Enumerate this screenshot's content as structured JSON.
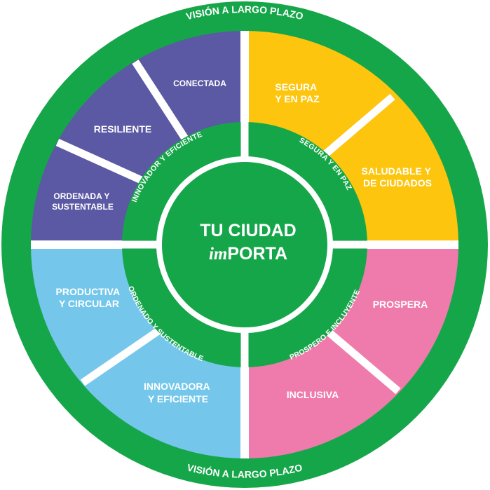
{
  "colors": {
    "green": "#16a64a",
    "purple": "#5b58a4",
    "yellow": "#fdc50d",
    "pink": "#ee7bab",
    "light_blue": "#74c7ea",
    "white": "#ffffff"
  },
  "outer_ring": {
    "top_text": "VISIÓN A LARGO PLAZO",
    "bottom_text": "VISIÓN A LARGO PLAZO"
  },
  "center": {
    "line1": "TU CIUDAD",
    "line2_mark": "im",
    "line2_rest": "PORTA"
  },
  "inner_ring": {
    "top_left": "INNOVADOR Y EFICIENTE",
    "top_right": "SEGURA Y EN PAZ",
    "bottom_left": "ORDENADO Y SUSTENTABLE",
    "bottom_right": "PROSPERO E INCLUYENTE"
  },
  "segments": {
    "conectada": {
      "line1": "CONECTADA"
    },
    "resiliente": {
      "line1": "RESILIENTE"
    },
    "ordenada": {
      "line1": "ORDENADA Y",
      "line2": "SUSTENTABLE"
    },
    "segura": {
      "line1": "SEGURA",
      "line2": "Y EN PAZ"
    },
    "saludable": {
      "line1": "SALUDABLE Y",
      "line2": "DE CIUDADOS"
    },
    "prospera": {
      "line1": "PROSPERA"
    },
    "inclusiva": {
      "line1": "INCLUSIVA"
    },
    "productiva": {
      "line1": "PRODUCTIVA",
      "line2": "Y CIRCULAR"
    },
    "innovadora": {
      "line1": "INNOVADORA",
      "line2": "Y EFICIENTE"
    }
  }
}
